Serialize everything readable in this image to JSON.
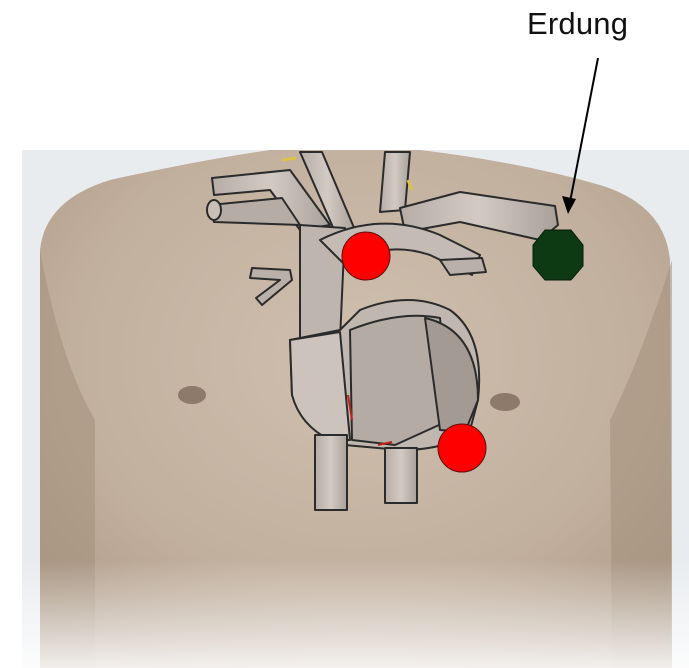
{
  "annotation": {
    "label": "Erdung"
  },
  "electrodes": [
    {
      "role": "measurement",
      "color": "#ff0000"
    },
    {
      "role": "measurement",
      "color": "#ff0000"
    },
    {
      "role": "ground",
      "color": "#0d3a12"
    }
  ],
  "colors": {
    "skin": "#c9b8a6",
    "background_fade": "#eef1f3",
    "heart_fill": "#bcb4ad",
    "vessel_fill": "#a9a39e",
    "outline": "#2b2b2b",
    "arrow": "#000000"
  }
}
